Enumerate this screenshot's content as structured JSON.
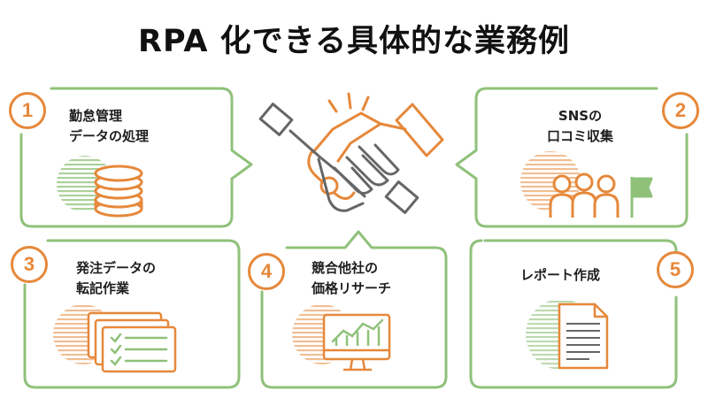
{
  "title": "RPA 化できる具体的な業務例",
  "colors": {
    "frame": "#8fc17a",
    "accent": "#e6883a",
    "icon_gray": "#666666",
    "text": "#1e1e1e"
  },
  "center": {
    "icon": "handshake-icon"
  },
  "items": [
    {
      "number": "1",
      "line1": "勤怠管理",
      "line2": "データの処理",
      "icon": "coin-stack-icon"
    },
    {
      "number": "2",
      "line1": "SNSの",
      "line2": "口コミ収集",
      "icon": "people-flag-icon"
    },
    {
      "number": "3",
      "line1": "発注データの",
      "line2": "転記作業",
      "icon": "checklist-documents-icon"
    },
    {
      "number": "4",
      "line1": "競合他社の",
      "line2": "価格リサーチ",
      "icon": "monitor-chart-icon"
    },
    {
      "number": "5",
      "line1": "レポート作成",
      "line2": "",
      "icon": "document-icon"
    }
  ]
}
